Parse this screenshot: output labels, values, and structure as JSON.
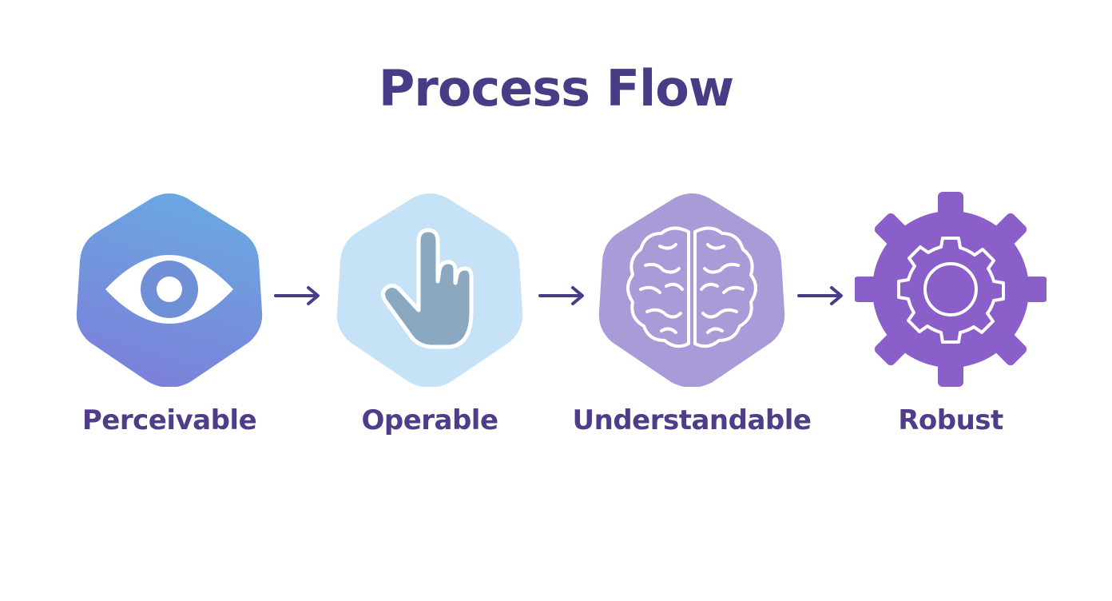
{
  "title": "Process Flow",
  "colors": {
    "title": "#4a3b86",
    "label": "#4f3d8a",
    "arrow": "#4a3b86",
    "perceivable_top": "#6aa8e2",
    "perceivable_bottom": "#7c7fd8",
    "operable_fill": "#c6e2f6",
    "operable_hand": "#8aa9c0",
    "understandable_fill": "#a99bd8",
    "robust_fill": "#8a5fc9"
  },
  "steps": [
    {
      "label": "Perceivable",
      "icon": "eye-icon"
    },
    {
      "label": "Operable",
      "icon": "pointing-hand-icon"
    },
    {
      "label": "Understandable",
      "icon": "brain-icon"
    },
    {
      "label": "Robust",
      "icon": "gear-icon"
    }
  ]
}
